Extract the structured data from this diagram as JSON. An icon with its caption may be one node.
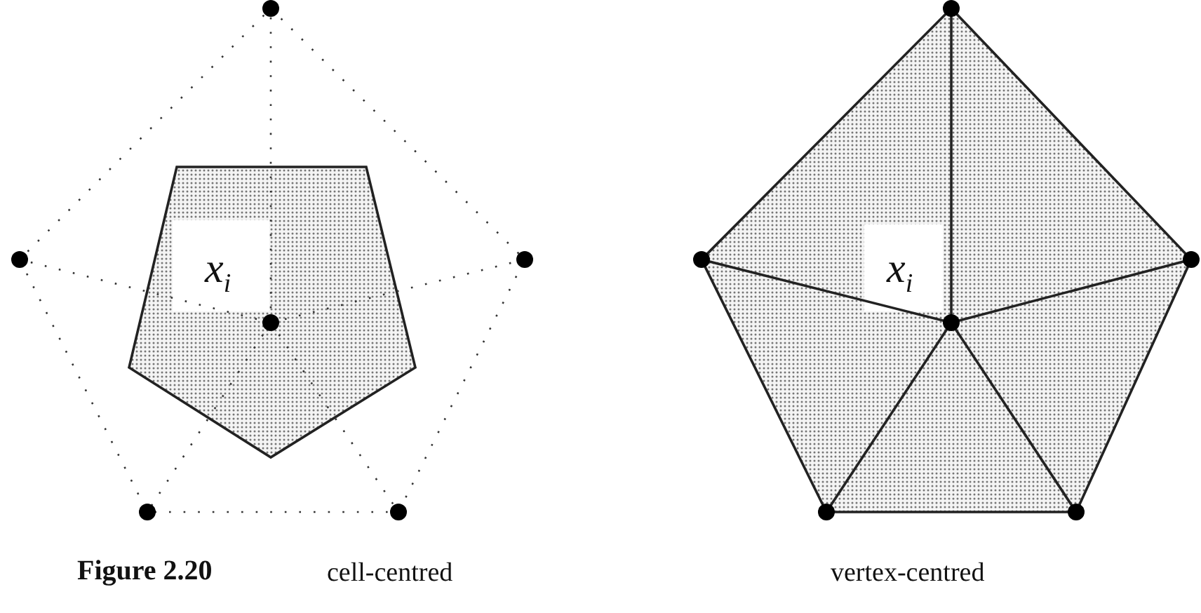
{
  "diagram": {
    "caption": "Figure 2.20",
    "labels": [
      "x$_{i}$",
      "x$_{i}$",
      "cell-centred",
      "vertex-centred"
    ]
  }
}
